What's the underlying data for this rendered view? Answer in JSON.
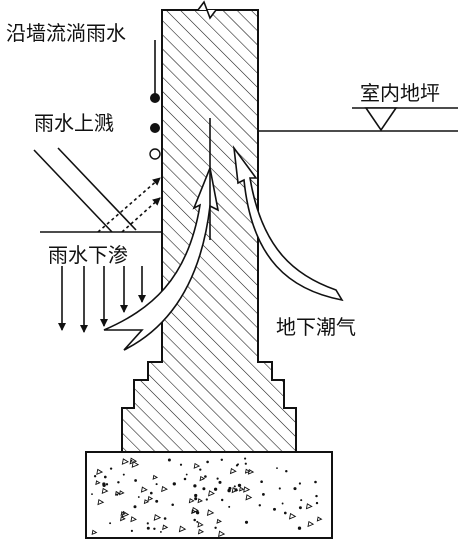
{
  "labels": {
    "rain_along_wall": "沿墙流淌雨水",
    "rain_splash": "雨水上溅",
    "indoor_floor": "室内地坪",
    "rain_seep": "雨水下渗",
    "ground_moisture": "地下潮气"
  },
  "colors": {
    "line": "#111111",
    "background": "#ffffff"
  }
}
